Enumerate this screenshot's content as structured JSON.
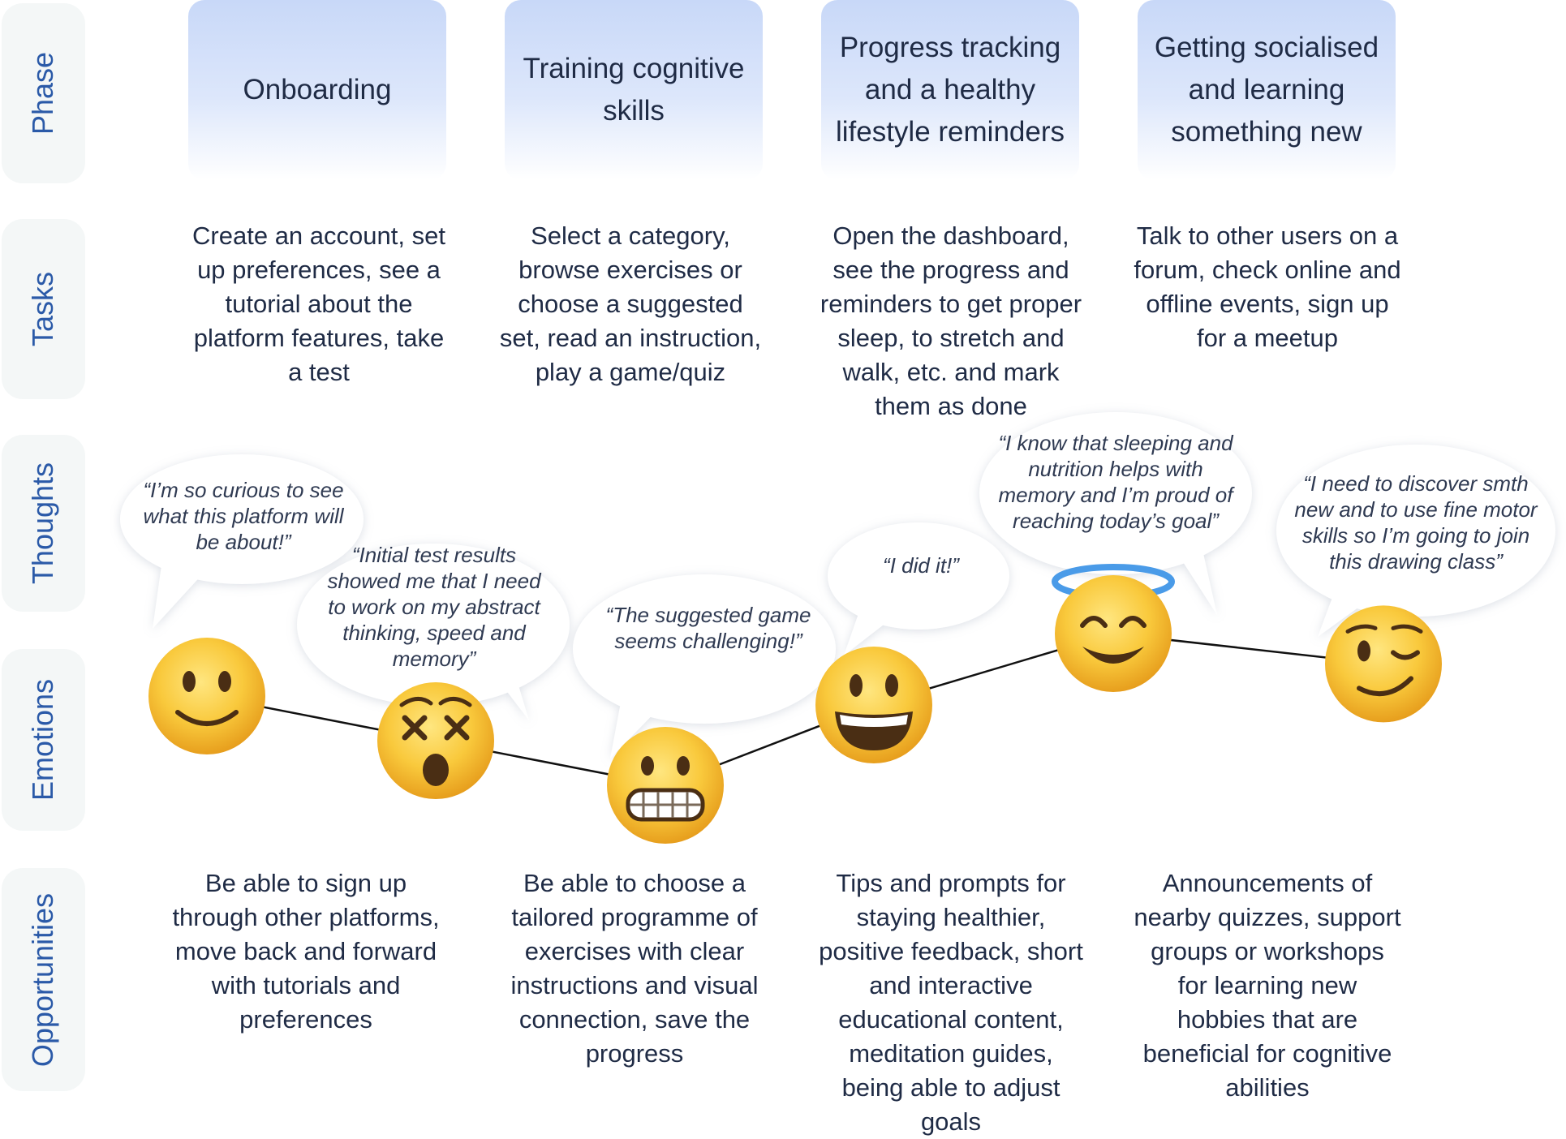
{
  "rows": {
    "phase": "Phase",
    "tasks": "Tasks",
    "thoughts": "Thoughts",
    "emotions": "Emotions",
    "opportunities": "Opportunities"
  },
  "phases": [
    {
      "label": "Onboarding"
    },
    {
      "label": "Training cognitive skills"
    },
    {
      "label": "Progress tracking and a healthy lifestyle reminders"
    },
    {
      "label": "Getting socialised and learning something new"
    }
  ],
  "tasks": [
    "Create an account, set up preferences, see a tutorial about the platform features, take a test",
    "Select a category, browse exercises or choose a suggested set, read an instruction, play a game/quiz",
    "Open the dashboard, see the progress and reminders to get proper sleep, to stretch and walk, etc. and mark them as done",
    "Talk to other users on a forum, check online and offline events, sign up for a meetup"
  ],
  "thoughts": [
    "“I’m so curious to see what this platform will be about!”",
    "“Initial test results showed me that I need to work on my abstract thinking, speed and memory”",
    "“The suggested game seems challenging!”",
    "“I did it!”",
    "“I know that sleeping and nutrition helps with memory and I’m proud of reaching today’s goal”",
    "“I need to discover smth new and to use fine motor skills so I’m going to join this drawing class”"
  ],
  "emotions": [
    {
      "emoji": "slightly-smiling-face-icon",
      "level": 0.6
    },
    {
      "emoji": "dizzy-face-icon",
      "level": 0.35
    },
    {
      "emoji": "grimacing-face-icon",
      "level": 0.1
    },
    {
      "emoji": "grinning-face-icon",
      "level": 0.55
    },
    {
      "emoji": "smiling-face-with-halo-icon",
      "level": 0.95
    },
    {
      "emoji": "winking-face-icon",
      "level": 0.78
    }
  ],
  "opportunities": [
    "Be able to sign up through other platforms, move back and forward with tutorials and preferences",
    "Be able to choose a tailored programme of exercises with clear instructions and visual connection, save the progress",
    "Tips and prompts for staying healthier, positive feedback, short and interactive educational content, meditation guides, being able to adjust goals",
    "Announcements of nearby quizzes, support groups or workshops for learning new hobbies that are beneficial for cognitive abilities"
  ],
  "colors": {
    "label_text": "#2b5aa8",
    "label_bg": "#f4f7f7",
    "phase_gradient_top": "#c8d8f8",
    "text": "#1f2b45",
    "emoji_yellow": "#f7c23a",
    "halo": "#4a9be8"
  }
}
